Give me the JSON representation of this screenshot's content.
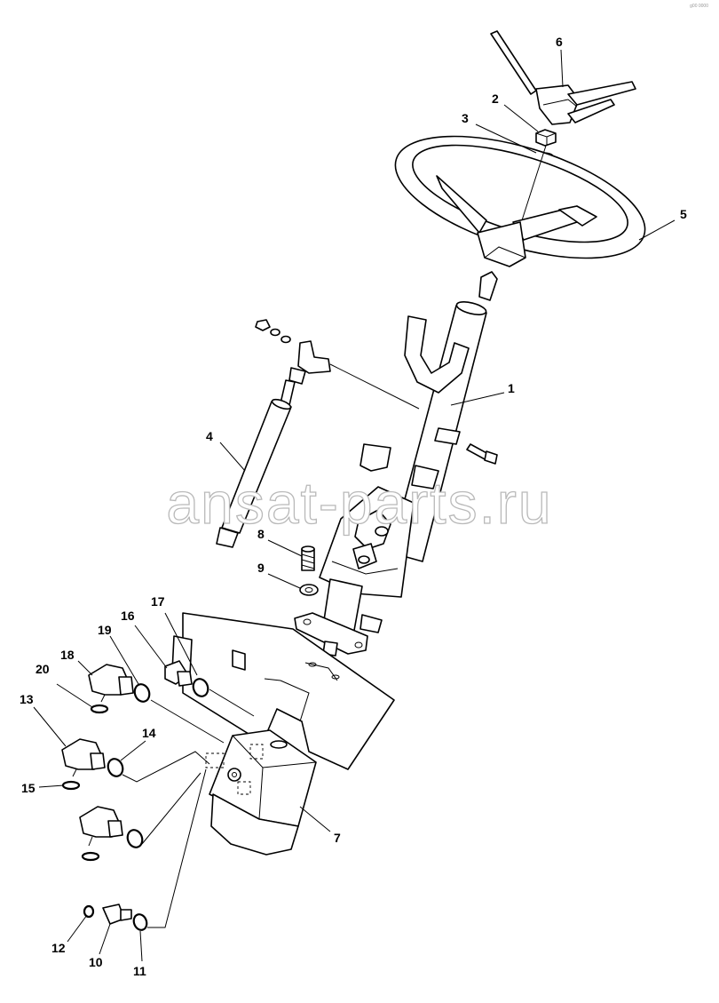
{
  "watermark": "ansat-parts.ru",
  "corner_mark": "g00 0000",
  "callouts": {
    "c1": "1",
    "c2": "2",
    "c3": "3",
    "c4": "4",
    "c5": "5",
    "c6": "6",
    "c7": "7",
    "c8": "8",
    "c9": "9",
    "c10": "10",
    "c11": "11",
    "c12": "12",
    "c13": "13",
    "c14": "14",
    "c15": "15",
    "c16": "16",
    "c17": "17",
    "c18": "18",
    "c19": "19",
    "c20": "20"
  }
}
